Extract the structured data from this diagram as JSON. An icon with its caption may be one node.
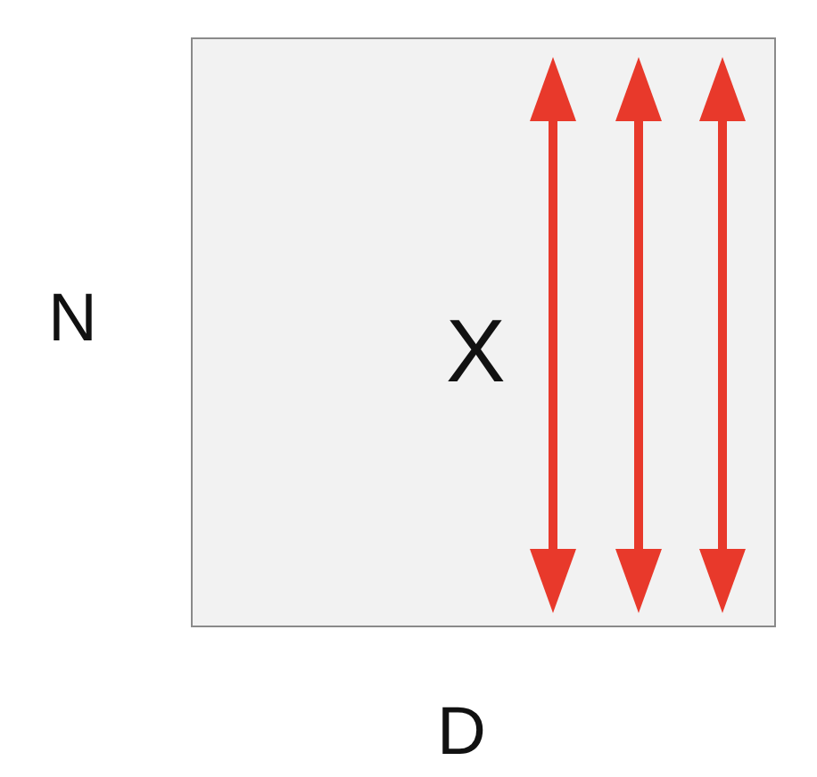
{
  "diagram": {
    "nodes": [
      {
        "text": [
          "X"
        ]
      }
    ],
    "labels": [
      "N",
      "D"
    ]
  }
}
